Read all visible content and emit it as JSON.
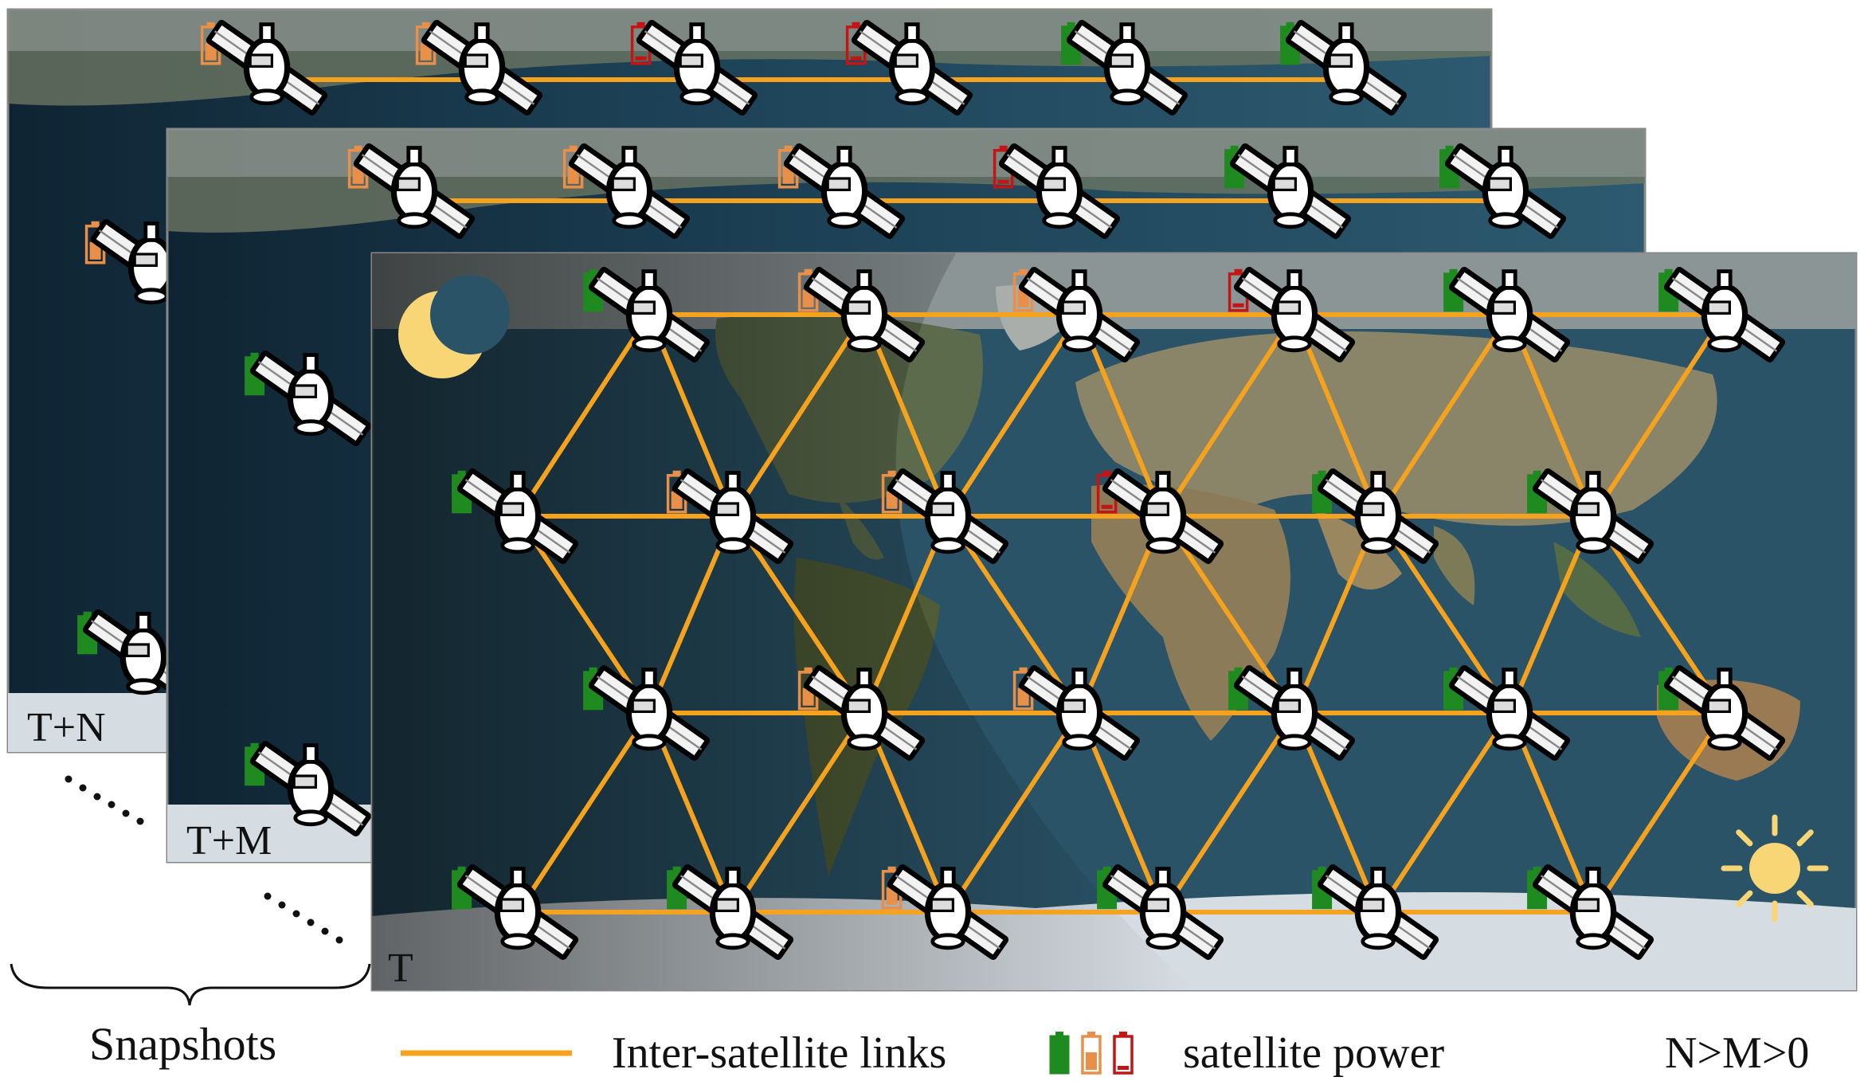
{
  "snapshots": [
    {
      "label": "T+N"
    },
    {
      "label": "T+M"
    },
    {
      "label": "T"
    }
  ],
  "snapshots_caption": "Snapshots",
  "legend": {
    "link_label": "Inter-satellite links",
    "power_label": "satellite power",
    "condition": "N>M>0"
  },
  "colors": {
    "link": "#f5a21e",
    "battery_high": "#1f8a1f",
    "battery_mid": "#e8904a",
    "battery_low": "#c41414",
    "ocean": "#24485c",
    "land": "#5c6a4a",
    "ice": "#d6dde2",
    "moon": "#f8d676",
    "sun": "#f8d676"
  },
  "icons": [
    "satellite-icon",
    "battery-icon",
    "moon-icon",
    "sun-icon"
  ],
  "front_grid_power": [
    [
      "high",
      "mid",
      "mid",
      "low",
      "high",
      "high"
    ],
    [
      "high",
      "mid",
      "mid",
      "low",
      "high",
      "high"
    ],
    [
      "high",
      "mid",
      "mid",
      "high",
      "high",
      "high"
    ],
    [
      "high",
      "high",
      "mid",
      "high",
      "high",
      "high"
    ]
  ],
  "mid_row_power": [
    "mid",
    "mid",
    "mid",
    "low",
    "high",
    "high"
  ],
  "back_row_power": [
    "mid",
    "mid",
    "low",
    "low",
    "high",
    "high"
  ]
}
